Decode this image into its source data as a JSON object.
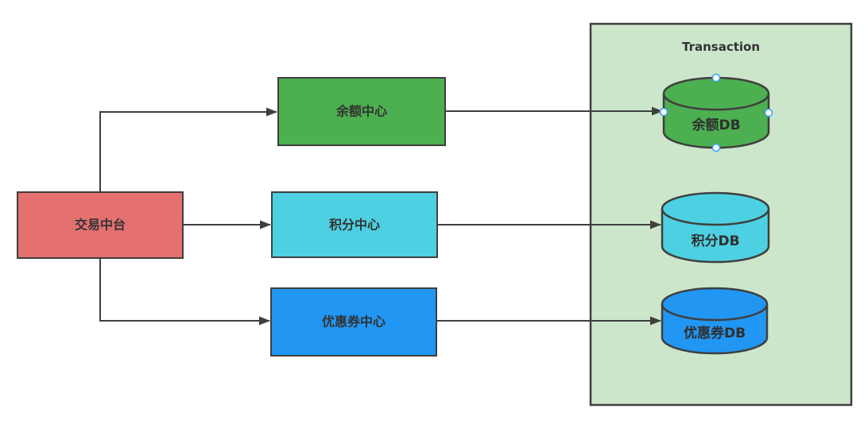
{
  "diagram": {
    "colors": {
      "stroke": "#3F3F3F",
      "text": "#333333",
      "handle_fill": "#FFFFFF",
      "handle_stroke": "#3DA2F5"
    },
    "source": {
      "label": "交易中台",
      "fill": "#E57070"
    },
    "centers": [
      {
        "label": "余额中心",
        "fill": "#4CAF50"
      },
      {
        "label": "积分中心",
        "fill": "#4DD0E1"
      },
      {
        "label": "优惠券中心",
        "fill": "#2196F3"
      }
    ],
    "container": {
      "title": "Transaction",
      "fill": "#CBE6CB"
    },
    "databases": [
      {
        "label": "余额DB",
        "fill": "#4CAF50",
        "selected": true
      },
      {
        "label": "积分DB",
        "fill": "#4DD0E1",
        "selected": false
      },
      {
        "label": "优惠券DB",
        "fill": "#2196F3",
        "selected": false
      }
    ]
  }
}
